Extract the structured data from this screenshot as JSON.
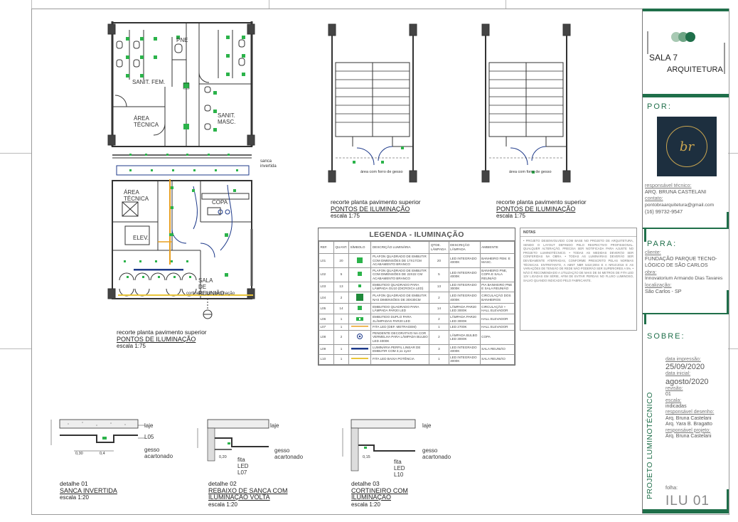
{
  "brand": {
    "line1": "SALA 7",
    "line2": "ARQUITETURA",
    "accent_color": "#1f6f4a"
  },
  "por": {
    "label": "POR:",
    "logo_text": "br",
    "responsavel_tecnico_label": "responsável técnico:",
    "responsavel_tecnico": "ARQ. BRUNA CASTELANI",
    "contato_label": "contato:",
    "email": "pontobraarquitetura@gmail.com",
    "phone": "(16) 99732-9547"
  },
  "para": {
    "label": "PARA:",
    "cliente_label": "cliente:",
    "cliente_line1": "FUNDAÇÃO PARQUE TECNO-",
    "cliente_line2": "LÓGICO DE SÃO CARLOS",
    "obra_label": "obra:",
    "obra": "Innovatorium Armando Dias Tavares",
    "localizacao_label": "localização:",
    "localizacao": "São Carlos - SP"
  },
  "sobre": {
    "label": "SOBRE:",
    "project_title": "PROJETO LUMINOTÉCNICO",
    "data_impressao_label": "data impressão:",
    "data_impressao": "25/09/2020",
    "data_inicial_label": "data inicial:",
    "data_inicial": "agosto/2020",
    "revisao_label": "revisão:",
    "revisao": "01",
    "escala_label": "escala:",
    "escala": "indicadas",
    "resp_desenho_label": "responsável desenho:",
    "resp_desenho_1": "Arq. Bruna Castelani",
    "resp_desenho_2": "Arq. Yara B. Bragatto",
    "resp_projeto_label": "responsável projeto:",
    "resp_projeto": "Arq. Bruna Castelani",
    "folha_label": "folha:",
    "folha": "ILU 01"
  },
  "plans": {
    "main": {
      "line1": "recorte planta pavimento superior",
      "line2": "PONTOS DE ILUMINAÇÃO",
      "scale": "escala 1:75"
    },
    "stair1": {
      "line1": "recorte planta pavimento superior",
      "line2": "PONTOS DE ILUMINAÇÃO",
      "scale": "escala 1:75"
    },
    "stair2": {
      "line1": "recorte planta pavimento superior",
      "line2": "PONTOS DE ILUMINAÇÃO",
      "scale": "escala 1:75"
    }
  },
  "rooms": {
    "sanit_fem": "SANIT. FEM.",
    "sanit_masc": "SANIT. MASC.",
    "area_tecnica_1": "ÁREA TÉCNICA",
    "area_tecnica_2": "ÁREA TÉCNICA",
    "pne": "PNE",
    "copa": "COPA",
    "elev": "ELEV.",
    "sala_reuniao": "SALA DE REUNIÃO",
    "sanca_invertida": "sanca invertida",
    "cortineiro": "cortineiro com iluminação",
    "forro_gesso_1": "área com forro de gesso",
    "forro_gesso_2": "área com forro de gesso"
  },
  "details": [
    {
      "line1": "detalhe 01",
      "line2": "SANCA INVERTIDA",
      "line3": "",
      "scale": "escala 1:20",
      "laje": "laje",
      "gesso": "gesso acartonado",
      "code": "L05",
      "dims": [
        "0,30",
        "0,4"
      ]
    },
    {
      "line1": "detalhe 02",
      "line2": "REBAIXO DE SANCA COM",
      "line3": "ILUMINAÇÃO VOLTA",
      "scale": "escala 1:20",
      "laje": "laje",
      "gesso": "gesso acartonado",
      "code": "fita LED L07",
      "dims": [
        "0,20"
      ]
    },
    {
      "line1": "detalhe 03",
      "line2": "CORTINEIRO COM",
      "line3": "ILUMINAÇÃO",
      "scale": "escala 1:20",
      "laje": "laje",
      "gesso": "gesso acartonado",
      "code": "fita LED L10",
      "dims": [
        "0,15"
      ]
    }
  ],
  "legend": {
    "title": "LEGENDA - ILUMINAÇÃO",
    "headers": [
      "REF.",
      "QUANT.",
      "SÍMBOLO",
      "DESCRIÇÃO LUMINÁRIA",
      "QTDE. LÂMPADA",
      "DESCRIÇÃO LÂMPADA",
      "AMBIENTE"
    ],
    "rows": [
      {
        "ref": "L01",
        "qty": "20",
        "symbol": "sq-large",
        "desc": "PLAFON QUADRADO DE EMBUTIR COM DIMENSÕES DE 17X17CM ACABAMENTO BRANCO",
        "lamp_qty": "20",
        "lamp": "LED INTEGRADO 4000K",
        "env": "BANHEIRO FEM. E MASC."
      },
      {
        "ref": "L02",
        "qty": "5",
        "symbol": "sq-medium",
        "desc": "PLAFON QUADRADO DE EMBUTIR COM DIMENSÕES DE 22X22 CM ACABAMENTO BRANCO",
        "lamp_qty": "5",
        "lamp": "LED INTEGRADO 4000K",
        "env": "BANHEIRO PNE, COPA E SALA REUNIÃO"
      },
      {
        "ref": "L03",
        "qty": "13",
        "symbol": "sq-small",
        "desc": "EMBUTIDO QUADRADO PARA LÂMPADA GU10 (DICROICA LED)",
        "lamp_qty": "13",
        "lamp": "LED INTEGRADO 3000K",
        "env": "PIA BANHEIRO PNE E SALA REUNIÃO"
      },
      {
        "ref": "L04",
        "qty": "2",
        "symbol": "sq-xlarge",
        "desc": "PLAFON QUADRADO DE EMBUTIR NAS DIMENSÕES DE 30X30CM",
        "lamp_qty": "2",
        "lamp": "LED INTEGRADO 4000K",
        "env": "CIRCULAÇÃO DOS BANHEIROS"
      },
      {
        "ref": "L05",
        "qty": "14",
        "symbol": "sq-medium",
        "desc": "EMBUTIDO QUADRADO PARA LÂMPADA PAR20 LED",
        "lamp_qty": "14",
        "lamp": "LÂMPADA PAR20 LED 3000K",
        "env": "CIRCULAÇÃO + HALL ELEVADOR"
      },
      {
        "ref": "L06",
        "qty": "1",
        "symbol": "rect-double",
        "desc": "EMBUTIDO DUPLO PARA 2LÂMPADAS PAR20 LED",
        "lamp_qty": "2",
        "lamp": "LÂMPADA PAR20 LED 3000K",
        "env": "HALL ELEVADOR"
      },
      {
        "ref": "L07",
        "qty": "1",
        "symbol": "line-orange",
        "desc": "FITA LED (DEF. METRAGEM)",
        "lamp_qty": "1",
        "lamp": "LED 2700K",
        "env": "HALL ELEVADOR"
      },
      {
        "ref": "L08",
        "qty": "2",
        "symbol": "circle-blue",
        "desc": "PENDENTE DECORATIVO NA COR VERMELHA PARA LÂMPADA BULBO LED 4000K",
        "lamp_qty": "2",
        "lamp": "LÂMPADA BULBO LED 3000K",
        "env": "COPA"
      },
      {
        "ref": "L09",
        "qty": "1",
        "symbol": "line-blue",
        "desc": "LUMINÁRIA PERFIL LINEAR DE EMBUTIR COM 3,11 1yoV",
        "lamp_qty": "3",
        "lamp": "LED INTEGRADO 4000K",
        "env": "SALA REUNIÃO"
      },
      {
        "ref": "L10",
        "qty": "1",
        "symbol": "line-yellow",
        "desc": "FITA LED BAIXA POTÊNCIA",
        "lamp_qty": "1",
        "lamp": "LED INTEGRADO 3000K",
        "env": "SALA REUNIÃO"
      }
    ]
  },
  "notes": {
    "title": "NOTAS",
    "text": "• PROJETO DESENVOLVIDO COM BASE NO PROJETO DE ARQUITETURA, SENDO O LAYOUT DEFINIDO PELO RESPECTIVO PROFISSIONAL. QUALQUER ALTERAÇÃO, PRECISA SER NOTIFICADA PARA AJUSTE NO PROJETO LUMINOTÉCNICO. • TODAS AS MEDIDAS DEVERÃO SER CONFERIDAS NA OBRA. • TODAS AS LUMINÁRIAS DEVERÃO SER DEVIDAMENTE ATERRADAS, CONFORME PRESCRITO PELAS NORMAS TÉCNICAS. ENTRETANTO, A ABNT NBR 5410:2004 E A NR10:2016 E AS VARIAÇÕES DE TENSÃO DE REDE NÃO PODERÃO SER SUPERIORES A 5%. • NÃO É RECOMENDADO A UTILIZAÇÃO DE MAIS DE 04 METROS DE FITA LED 12V LIGADAS EM SÉRIE, AFIM DE EVITAR PERDAS NO FLUXO LUMINOSO, SALVO QUANDO INDICADO PELO FABRICANTE."
  },
  "fixture_codes": {
    "l01": "L01",
    "l02": "L02",
    "l03": "L03",
    "l04": "L04",
    "l05": "L05",
    "l06": "L06",
    "l07": "L07",
    "l08": "L08",
    "l09": "L09",
    "l10": "L10"
  },
  "colors": {
    "fixture_green": "#2bb34a",
    "line_blue": "#1e3a8a",
    "led_orange": "#e8a020",
    "led_yellow": "#e9c53a",
    "wall": "#333333",
    "title_green": "#1f6f4a"
  }
}
